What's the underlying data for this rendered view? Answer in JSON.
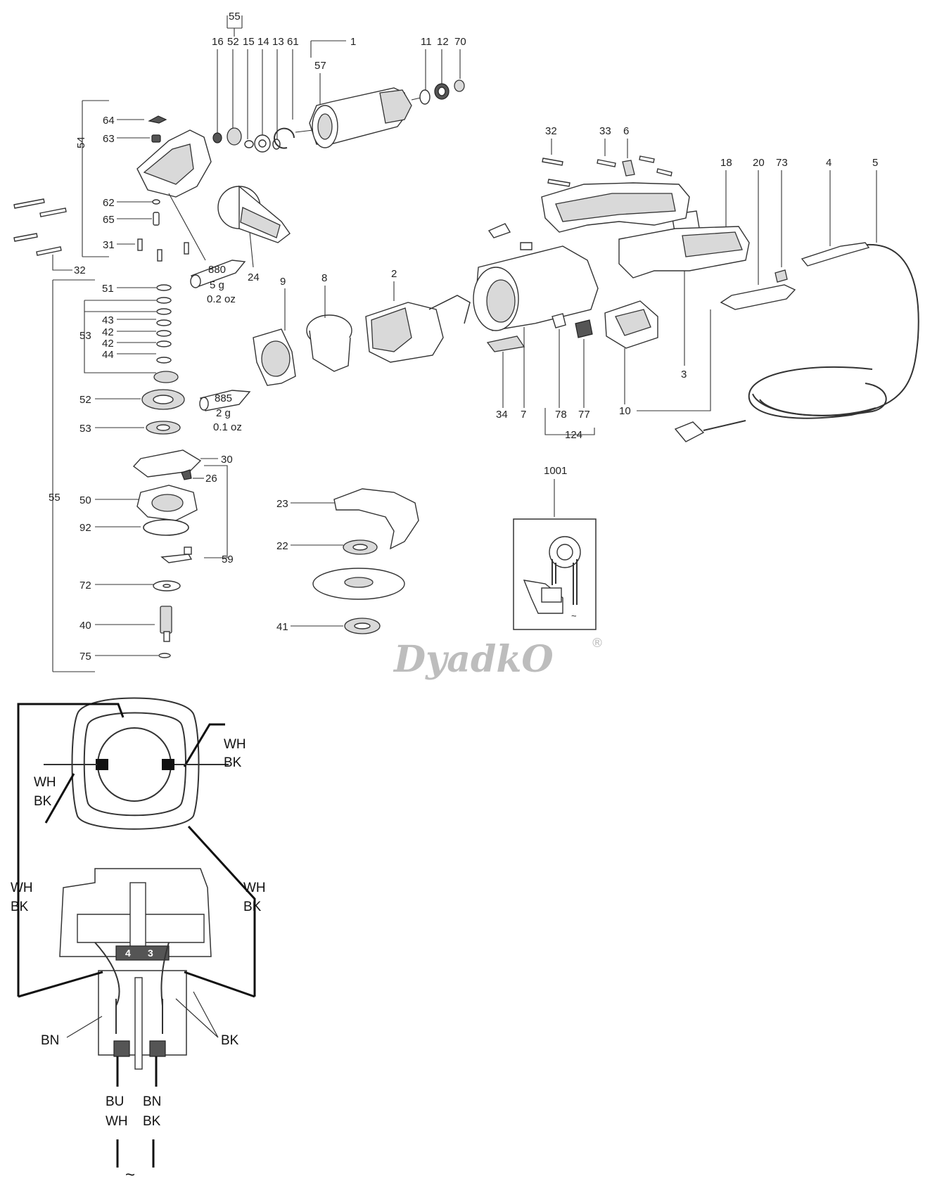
{
  "diagram": {
    "parts": {
      "p55": "55",
      "p16": "16",
      "p52": "52",
      "p15": "15",
      "p14": "14",
      "p13": "13",
      "p61": "61",
      "p1": "1",
      "p57": "57",
      "p11": "11",
      "p12": "12",
      "p70": "70",
      "p64": "64",
      "p63": "63",
      "p54": "54",
      "p62": "62",
      "p65": "65",
      "p31": "31",
      "p32a": "32",
      "p880": "880",
      "p880_qty": "5 g",
      "p880_oz": "0.2 oz",
      "p24": "24",
      "p51": "51",
      "p43": "43",
      "p42a": "42",
      "p42b": "42",
      "p44": "44",
      "p53a": "53",
      "p52b": "52",
      "p885": "885",
      "p885_qty": "2 g",
      "p885_oz": "0.1 oz",
      "p53b": "53",
      "p30": "30",
      "p26": "26",
      "p55b": "55",
      "p50": "50",
      "p92": "92",
      "p59": "59",
      "p72": "72",
      "p40": "40",
      "p75": "75",
      "p9": "9",
      "p8": "8",
      "p2": "2",
      "p32b": "32",
      "p33": "33",
      "p6": "6",
      "p18": "18",
      "p20": "20",
      "p73": "73",
      "p4": "4",
      "p5": "5",
      "p3": "3",
      "p34": "34",
      "p7": "7",
      "p78": "78",
      "p77": "77",
      "p10": "10",
      "p124": "124",
      "p1001": "1001",
      "p23": "23",
      "p22": "22",
      "p41": "41"
    },
    "watermark": {
      "text": "DyadkO",
      "mark": "®"
    },
    "wiring": {
      "wh1": "WH",
      "bk1": "BK",
      "wh2": "WH",
      "bk2": "BK",
      "wh3": "WH",
      "bk3": "BK",
      "wh4": "WH",
      "bk4": "BK",
      "bn_left": "BN",
      "bk_right": "BK",
      "bu": "BU",
      "wh5": "WH",
      "bn": "BN",
      "bk5": "BK",
      "ac": "~"
    }
  }
}
